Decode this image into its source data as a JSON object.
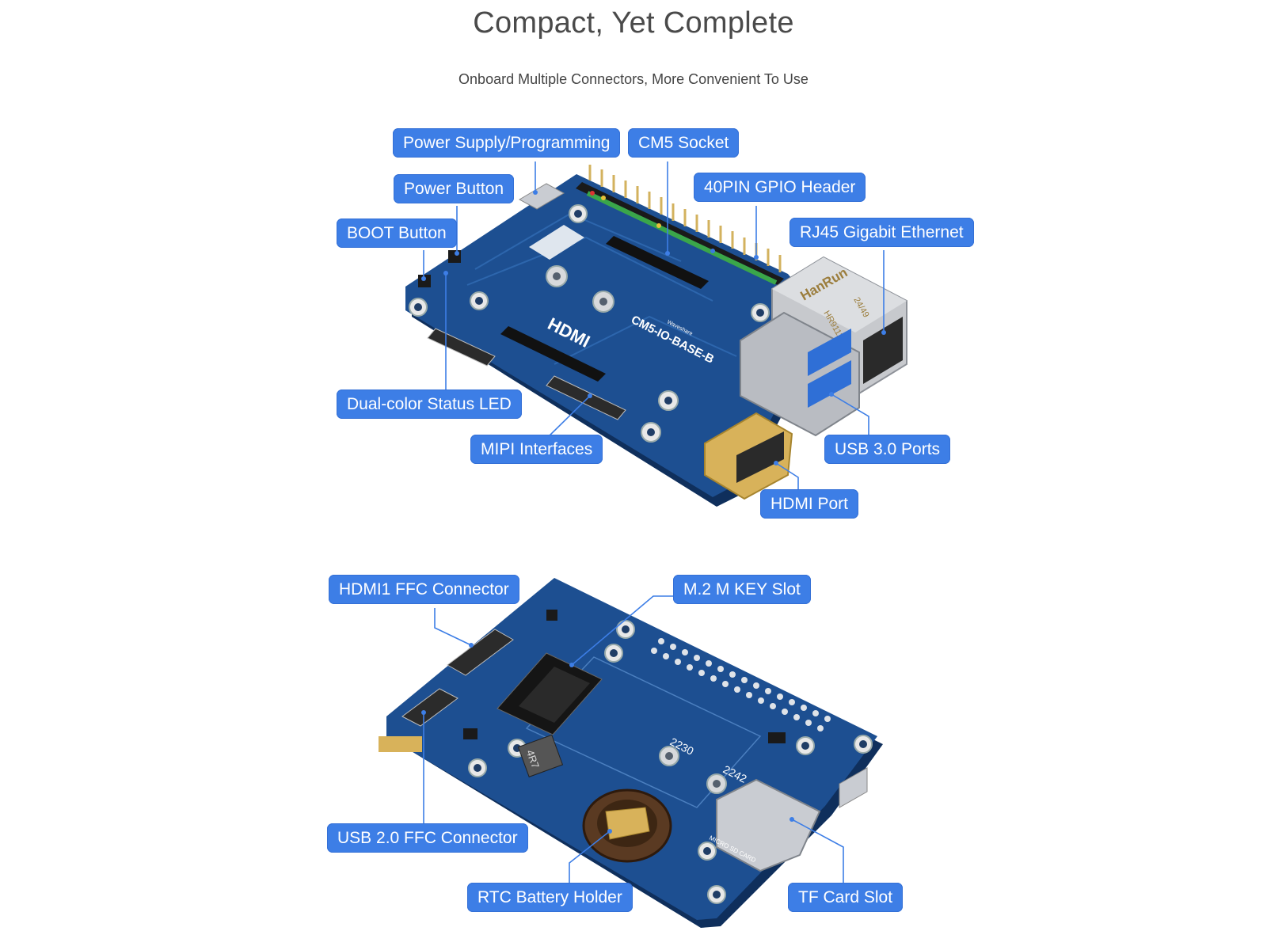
{
  "header": {
    "title": "Compact, Yet Complete",
    "subtitle": "Onboard Multiple Connectors, More Convenient To Use"
  },
  "top_board": {
    "silkscreen": {
      "model": "CM5-IO-BASE-B",
      "hdmi": "HDMI",
      "brand": "Waveshare",
      "rj45_brand": "HanRun",
      "rj45_part": "HR911130A",
      "rj45_code": "24/49"
    },
    "labels": {
      "power_supply": "Power Supply/Programming",
      "cm5_socket": "CM5 Socket",
      "power_button": "Power Button",
      "gpio_header": "40PIN GPIO Header",
      "boot_button": "BOOT Button",
      "rj45": "RJ45 Gigabit Ethernet",
      "status_led": "Dual-color Status LED",
      "usb3": "USB 3.0 Ports",
      "mipi": "MIPI Interfaces",
      "hdmi_port": "HDMI Port"
    }
  },
  "bottom_board": {
    "silkscreen": {
      "m2_2230": "2230",
      "m2_2242": "2242",
      "inductor": "4R7",
      "tf": "MICRO SD CARD"
    },
    "labels": {
      "hdmi1_ffc": "HDMI1 FFC Connector",
      "m2_slot": "M.2 M KEY Slot",
      "usb2_ffc": "USB 2.0 FFC Connector",
      "rtc": "RTC Battery Holder",
      "tf_slot": "TF Card Slot"
    }
  },
  "colors": {
    "label_bg": "#3d7ee6",
    "pcb": "#1d4f91",
    "pcb_dark": "#143a6e",
    "gold": "#d8b25a",
    "metal": "#c9ccd2"
  }
}
